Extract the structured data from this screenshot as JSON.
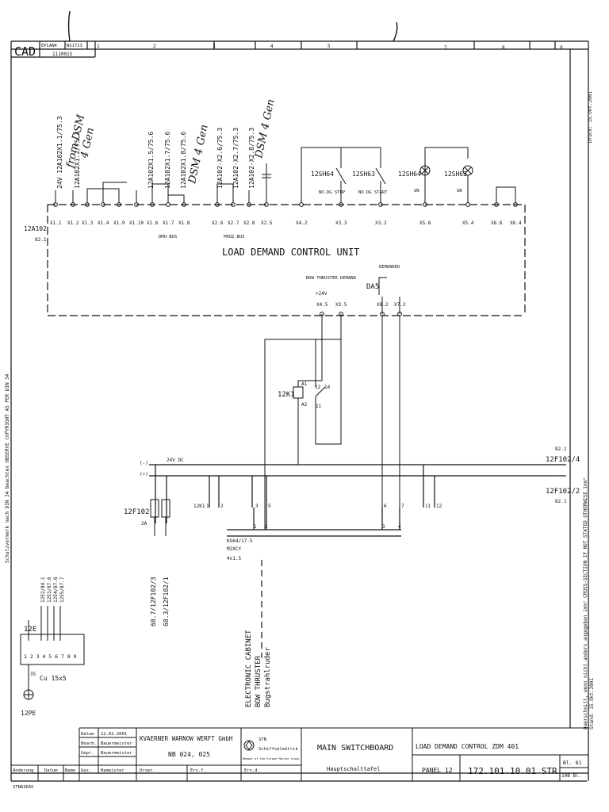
{
  "header": {
    "logo": "CAD",
    "plan_label": "EPLAN4",
    "ns_label": "NS1723",
    "doc_code": "111001S",
    "columns": [
      "1",
      "2",
      "3",
      "4",
      "5",
      "7",
      "8",
      "9"
    ]
  },
  "margin_notes": {
    "druck": "Druck: 15.Okt.2001",
    "copyright": "Schutzvermerk nach DIN 34 beachten   OBSERVE COPYRIGHT AS PER DIN 34",
    "cross_section": "Querschnitt, wenn nicht anders angegeben 1mm²  CROSS-SECTION IF NOT STATED OTHERWISE 1mm²",
    "stand": "Stand: 15.Okt.2001"
  },
  "refs": {
    "r1": "24V 12A102X1.1/75.3",
    "r2": "12A102X1.2/75.3",
    "r3": "12A102X1.5/75.6",
    "r4": "12A102X1.7/75.6",
    "r5": "12A102X1.8/75.6",
    "r6": "12A102-X2.6/75.3",
    "r7": "12A102-X2.7/75.3",
    "r8": "12A102-X2.8/75.3"
  },
  "handwritten": {
    "h1": "from DSM",
    "h2": "4 Gen",
    "h3": "DSM 4 Gen",
    "h4": "DSM 4 Gen"
  },
  "unit": {
    "tag": "12A102",
    "ref": "82.1",
    "title": "LOAD DEMAND CONTROL UNIT",
    "dmu_bus": "DMU-BUS",
    "proz_bus": "PROZ.BUS",
    "bow_demand": "BOW THRUSTER DEMAND",
    "demanded": "DEMANDED",
    "da5": "DA5",
    "plus24": "+24V"
  },
  "terminals": {
    "top": [
      "X1.1",
      "X1.2",
      "X1.3",
      "X1.4",
      "X1.9",
      "X1.10",
      "X1.6",
      "X1.7",
      "X1.8",
      "X2.6",
      "X2.7",
      "X2.8",
      "X2.5",
      "X4.2",
      "X3.3",
      "X3.2",
      "X5.6",
      "X5.4",
      "X6.6",
      "X6.4"
    ],
    "mid": [
      "X4.5",
      "X3.5",
      "X8.2",
      "X7.2"
    ]
  },
  "switches": {
    "sh64": "12SH64",
    "sh63": "12SH63",
    "no_dg_stop": "NO.DG STOP",
    "no_dg_start": "NO.DG START",
    "lamp64": "12SH64",
    "lamp63": "12SH63",
    "gn1": "GN",
    "gn2": "GN"
  },
  "relay": {
    "tag": "12K1",
    "a1": "A1",
    "a2": "A2",
    "c12": "12",
    "c14": "14",
    "c11": "11"
  },
  "supply": {
    "minus": "(-)",
    "plus": "(+)",
    "v24dc": "24V DC",
    "f102_4": "12F102/4",
    "f102_2": "12F102/2",
    "ref_a": "82.1",
    "ref_b": "82.1",
    "fuse": "12F102",
    "fuse_rating": "2A",
    "fuse_ref1": "68.7/12F102/3",
    "fuse_ref2": "68.3/12F102/1",
    "k1_1": "12K1",
    "t_nums": [
      "1",
      "2",
      "3",
      "5",
      "6",
      "7",
      "11",
      "12"
    ]
  },
  "cable": {
    "type": "KG64/17-5",
    "spec": "M2XCY",
    "size": "4x1.5",
    "cab1": "ELECTRONIC CABINET",
    "cab2": "BOW THRUSTER",
    "cab3": "Bugstrahlruder",
    "c1": "1",
    "c2": "2",
    "c3": "3",
    "c4": "4"
  },
  "earth": {
    "refs": [
      "12E2/84.1",
      "12E3/87.6",
      "12E4/87.6",
      "12E5/87.7"
    ],
    "bar": "12E",
    "nums": "1 2 3 4 5 6 7 8 9",
    "cu": "Cu 15x5",
    "pe": "12PE",
    "n35": "35"
  },
  "title_block": {
    "datum_lbl": "Datum",
    "datum": "12.02.2001",
    "bearb_lbl": "Bearb.",
    "bearb": "Bauermeister",
    "gepr_lbl": "Gepr.",
    "gepr": "Bauermeister",
    "gez_lbl": "Gez.",
    "gez": "Hameister",
    "aend": "Änderung",
    "datum2": "Datum",
    "name": "Name",
    "ursp": "Urspr.",
    "ersf": "Ers.f.",
    "ersd": "Ers.d.",
    "company": "KVAERNER WARNOW WERFT GmbH",
    "nb": "NB 024, 025",
    "stn": "STN",
    "schiff": "Schiffselektrik",
    "member": "Member of the Europe Marine Group",
    "main": "MAIN SWITCHBOARD",
    "haupt": "Hauptschalttafel",
    "title": "LOAD DEMAND CONTROL ZDM 401",
    "panel": "PANEL 12",
    "docno": "172.101.10.01 STR",
    "bl": "Bl. 81",
    "bl2": "10B Bl.",
    "footer": "STNA3DA5"
  }
}
